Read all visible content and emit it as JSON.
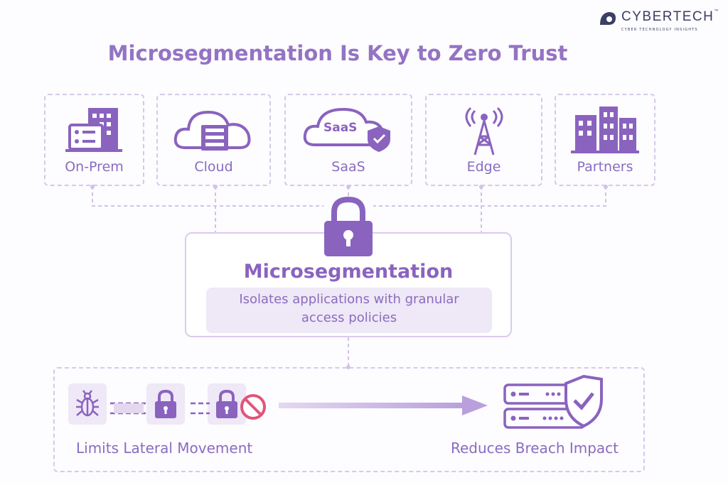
{
  "brand": {
    "name": "CYBERTECH",
    "tagline": "CYBER TECHNOLOGY INSIGHTS",
    "tm": "™"
  },
  "title": "Microsegmentation Is Key to Zero Trust",
  "sources": [
    {
      "label": "On-Prem",
      "icon": "building-server-icon"
    },
    {
      "label": "Cloud",
      "icon": "cloud-server-icon"
    },
    {
      "label": "SaaS",
      "icon": "saas-cloud-shield-icon",
      "icon_text": "SaaS"
    },
    {
      "label": "Edge",
      "icon": "antenna-tower-icon"
    },
    {
      "label": "Partners",
      "icon": "buildings-icon"
    }
  ],
  "center": {
    "title": "Microsegmentation",
    "description_line1": "Isolates applications with granular",
    "description_line2": "access policies"
  },
  "outcomes": {
    "left": "Limits Lateral Movement",
    "right": "Reduces Breach Impact"
  },
  "colors": {
    "primary": "#8a63bf",
    "light": "#efe8f6",
    "border": "#d7c8ea",
    "block": "#e0557a"
  }
}
